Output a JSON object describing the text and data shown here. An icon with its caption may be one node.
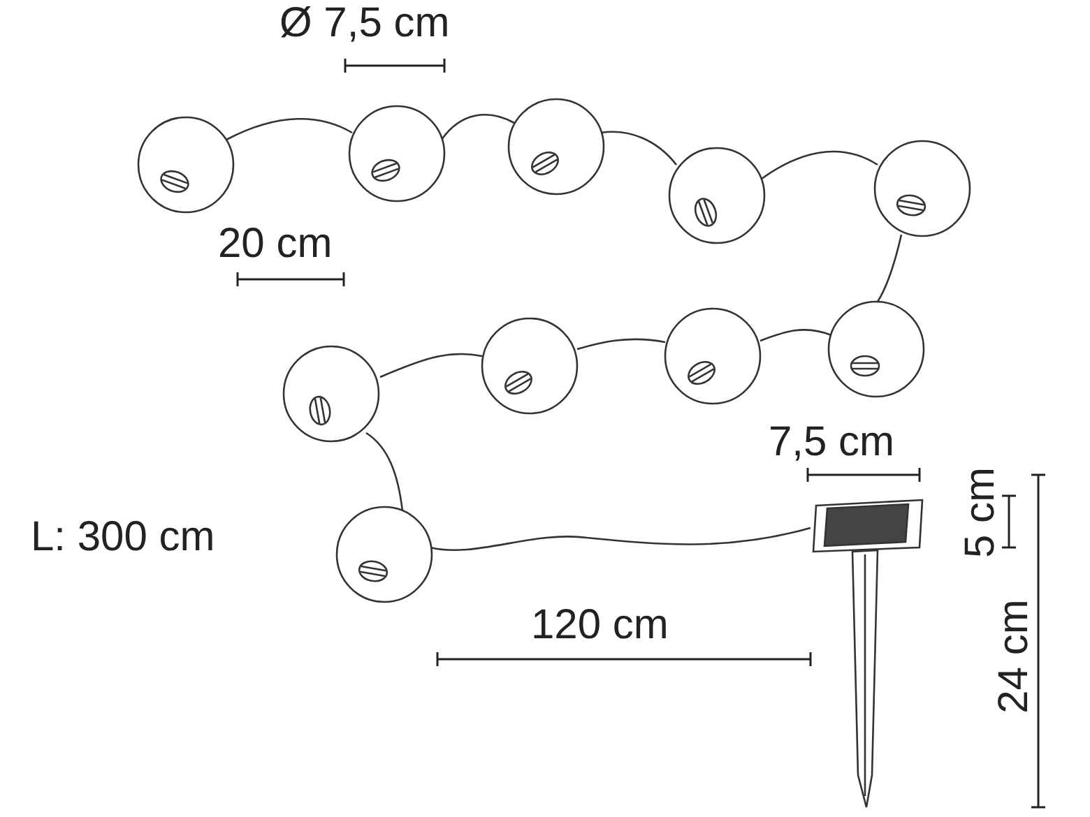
{
  "diagram": {
    "labels": [
      "Ø 7,5 cm",
      "20 cm",
      "L: 300 cm",
      "120 cm",
      "7,5 cm",
      "5 cm",
      "24 cm"
    ]
  }
}
